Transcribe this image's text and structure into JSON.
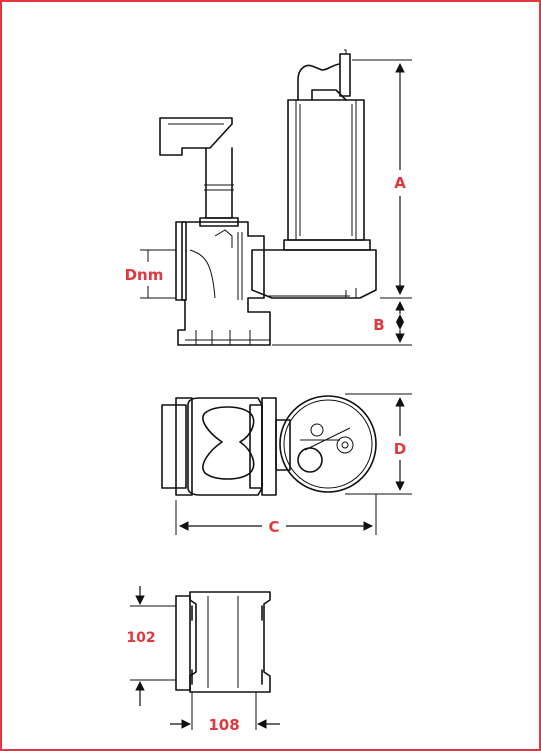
{
  "colors": {
    "accent": "#e0383e",
    "line": "#111111",
    "background": "#ffffff"
  },
  "labels": {
    "A": "A",
    "B": "B",
    "C": "C",
    "D": "D",
    "Dnm": "Dnm",
    "d102": "102",
    "d108": "108"
  }
}
